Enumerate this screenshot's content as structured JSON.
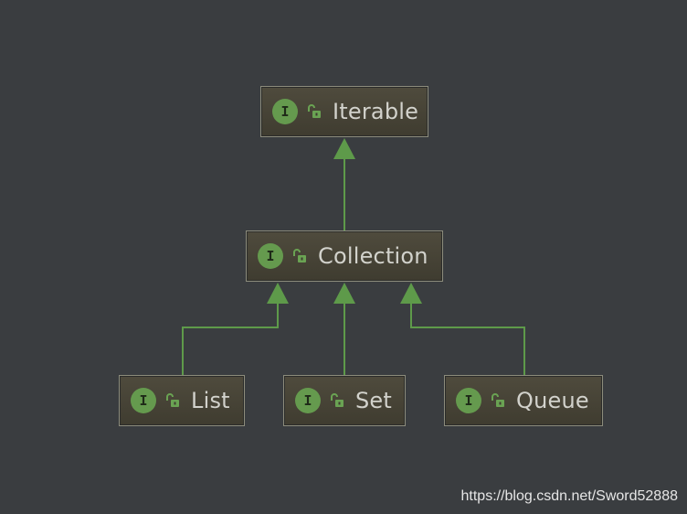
{
  "diagram": {
    "nodes": {
      "iterable": {
        "badge": "I",
        "label": "Iterable"
      },
      "collection": {
        "badge": "I",
        "label": "Collection"
      },
      "list": {
        "badge": "I",
        "label": "List"
      },
      "set": {
        "badge": "I",
        "label": "Set"
      },
      "queue": {
        "badge": "I",
        "label": "Queue"
      }
    },
    "edges": [
      {
        "from": "collection",
        "to": "iterable"
      },
      {
        "from": "list",
        "to": "collection"
      },
      {
        "from": "set",
        "to": "collection"
      },
      {
        "from": "queue",
        "to": "collection"
      }
    ],
    "icons": {
      "node_type_icon": "interface-icon",
      "visibility_icon": "unlock-icon"
    },
    "colors": {
      "background": "#3a3d40",
      "node_fill": "#4a4739",
      "node_border": "#8c8c7c",
      "edge": "#5e9a4a",
      "badge": "#659a4e",
      "label": "#d2d2cc"
    }
  },
  "watermark": "https://blog.csdn.net/Sword52888"
}
